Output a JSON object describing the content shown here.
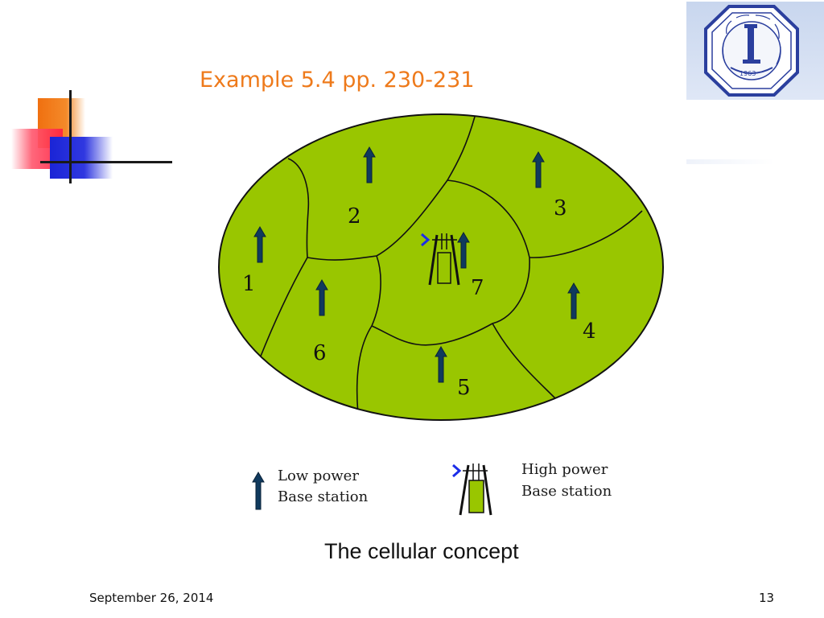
{
  "slide": {
    "title": "Example 5.4 pp. 230-231",
    "caption": "The cellular concept",
    "footer": {
      "date": "September 26, 2014",
      "page_number": "13"
    }
  },
  "logo": {
    "icon": "university-seal-icon",
    "seal_text": "1963"
  },
  "diagram": {
    "cells": [
      {
        "label": "1"
      },
      {
        "label": "2"
      },
      {
        "label": "3"
      },
      {
        "label": "4"
      },
      {
        "label": "5"
      },
      {
        "label": "6"
      },
      {
        "label": "7"
      }
    ],
    "cell_color": "#99c600",
    "low_power_icon": "low-power-base-station-icon",
    "high_power_icon": "high-power-base-station-icon"
  },
  "legend": {
    "low_power": [
      "Low power",
      "Base station"
    ],
    "high_power": [
      "High power",
      "Base station"
    ]
  },
  "colors": {
    "title": "#ee7a1b",
    "cell_fill": "#99c600",
    "arrow": "#103a5e",
    "logo_blue": "#2b3f9e"
  }
}
